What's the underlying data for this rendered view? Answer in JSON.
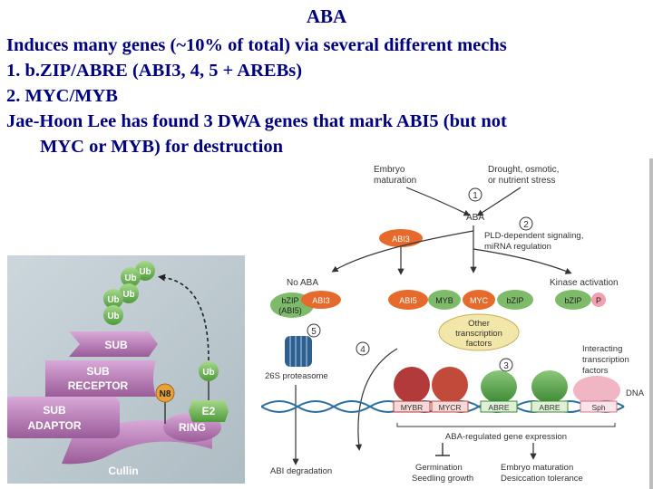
{
  "title": "ABA",
  "lines": {
    "intro": "Induces many genes (~10% of total) via several different mechs",
    "item1": "1.  b.ZIP/ABRE (ABI3, 4, 5 + AREBs)",
    "item2": "2.  MYC/MYB",
    "item3a": "Jae-Hoon Lee has found 3 DWA genes that mark ABI5 (but not",
    "item3b": "MYC or MYB) for destruction"
  },
  "ubiq_figure": {
    "ub": "Ub",
    "sub": "SUB",
    "sub_receptor_1": "SUB",
    "sub_receptor_2": "RECEPTOR",
    "sub_adaptor_1": "SUB",
    "sub_adaptor_2": "ADAPTOR",
    "n8": "N8",
    "e2": "E2",
    "ring": "RING",
    "cullin": "Cullin"
  },
  "aba_figure": {
    "embryo_1": "Embryo",
    "embryo_2": "maturation",
    "drought_1": "Drought, osmotic,",
    "drought_2": "or nutrient stress",
    "step1": "1",
    "aba": "ABA",
    "step2": "2",
    "pld_1": "PLD-dependent signaling,",
    "pld_2": "miRNA regulation",
    "abi3": "ABI3",
    "no_aba": "No ABA",
    "kinase": "Kinase activation",
    "bzip": "bZIP",
    "abi5_paren": "(ABI5)",
    "abi5": "ABI5",
    "myb": "MYB",
    "myc": "MYC",
    "p": "P",
    "step5": "5",
    "other_1": "Other",
    "other_2": "transcription",
    "other_3": "factors",
    "step4": "4",
    "step3": "3",
    "proteasome": "26S proteasome",
    "interacting_1": "Interacting",
    "interacting_2": "transcription",
    "interacting_3": "factors",
    "dna": "DNA",
    "mybr": "MYBR",
    "mycr": "MYCR",
    "abre": "ABRE",
    "sph": "Sph",
    "expression": "ABA-regulated gene expression",
    "degradation": "ABI degradation",
    "germ_1": "Germination",
    "germ_2": "Seedling growth",
    "emb_out_1": "Embryo maturation",
    "emb_out_2": "Desiccation tolerance"
  }
}
